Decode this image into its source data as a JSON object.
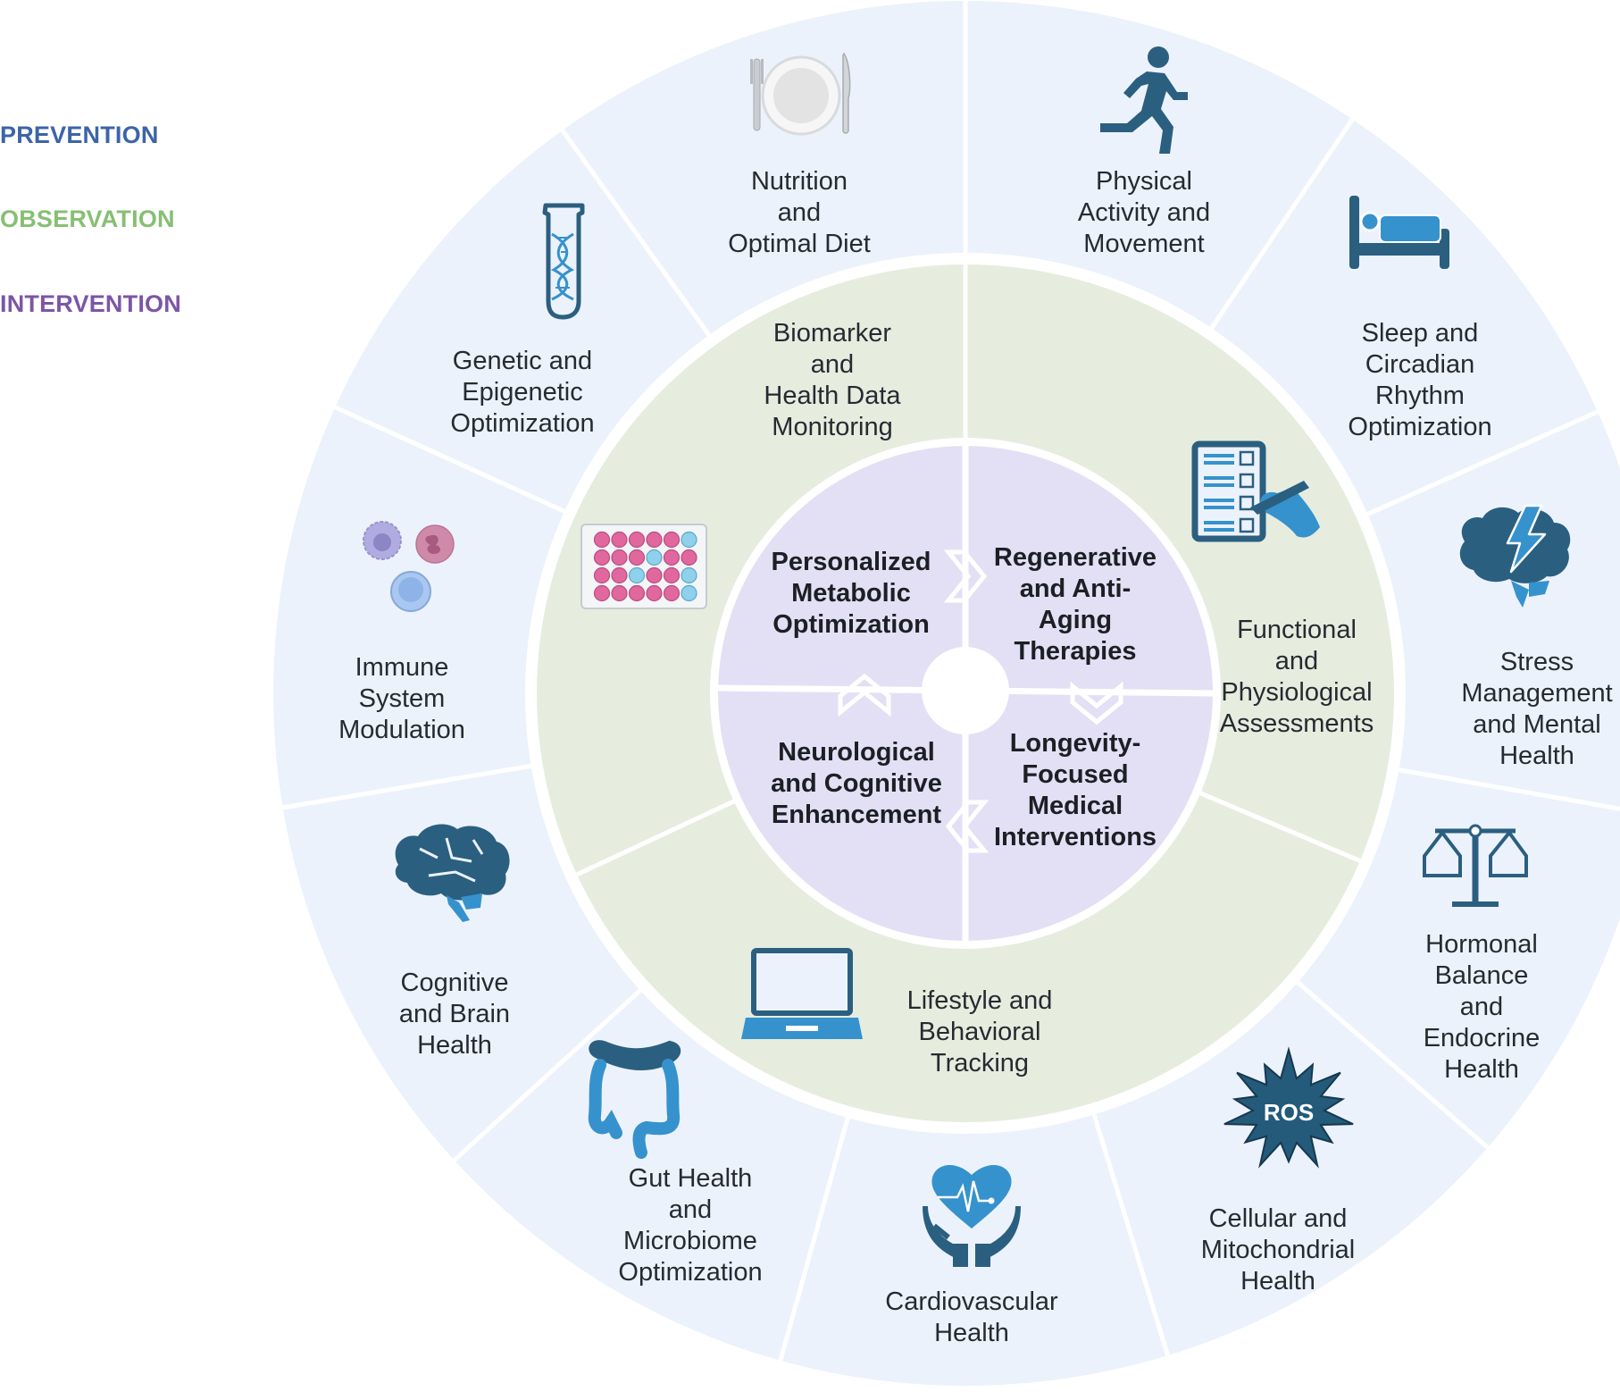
{
  "legend": [
    {
      "label": "PREVENTION",
      "color": "#3d64a8"
    },
    {
      "label": "OBSERVATION",
      "color": "#86bf73"
    },
    {
      "label": "INTERVENTION",
      "color": "#7d55a6"
    }
  ],
  "colors": {
    "outer_ring": "#ecf2fb",
    "middle_ring": "#e6eddf",
    "inner_circle": "#e3e0f5",
    "icon_dark": "#2b5f80",
    "icon_light": "#3592cd",
    "text": "#262b31"
  },
  "outer_ring": {
    "category": "PREVENTION",
    "segments": [
      {
        "id": "physical",
        "label_lines": [
          "Physical",
          "Activity and",
          "Movement"
        ],
        "icon": "running-person-icon"
      },
      {
        "id": "sleep",
        "label_lines": [
          "Sleep and",
          "Circadian",
          "Rhythm",
          "Optimization"
        ],
        "icon": "bed-icon"
      },
      {
        "id": "stress",
        "label_lines": [
          "Stress",
          "Management",
          "and Mental",
          "Health"
        ],
        "icon": "brain-lightning-icon"
      },
      {
        "id": "hormonal",
        "label_lines": [
          "Hormonal",
          "Balance",
          "and",
          "Endocrine",
          "Health"
        ],
        "icon": "balance-scale-icon"
      },
      {
        "id": "cellular",
        "label_lines": [
          "Cellular and",
          "Mitochondrial",
          "Health"
        ],
        "icon": "ros-burst-icon",
        "icon_text": "ROS"
      },
      {
        "id": "cardio",
        "label_lines": [
          "Cardiovascular",
          "Health"
        ],
        "icon": "heart-hands-icon"
      },
      {
        "id": "gut",
        "label_lines": [
          "Gut Health",
          "and",
          "Microbiome",
          "Optimization"
        ],
        "icon": "intestine-icon"
      },
      {
        "id": "cognitive",
        "label_lines": [
          "Cognitive",
          "and Brain",
          "Health"
        ],
        "icon": "brain-icon"
      },
      {
        "id": "immune",
        "label_lines": [
          "Immune",
          "System",
          "Modulation"
        ],
        "icon": "immune-cells-icon"
      },
      {
        "id": "genetic",
        "label_lines": [
          "Genetic and",
          "Epigenetic",
          "Optimization"
        ],
        "icon": "dna-test-tube-icon"
      },
      {
        "id": "nutrition",
        "label_lines": [
          "Nutrition",
          "and",
          "Optimal Diet"
        ],
        "icon": "plate-cutlery-icon"
      }
    ]
  },
  "middle_ring": {
    "category": "OBSERVATION",
    "segments": [
      {
        "id": "biomarker",
        "label_lines": [
          "Biomarker",
          "and",
          "Health Data",
          "Monitoring"
        ],
        "icon": "well-plate-icon",
        "well_plate": [
          [
            "p",
            "p",
            "p",
            "p",
            "p",
            "b"
          ],
          [
            "p",
            "p",
            "p",
            "b",
            "p",
            "p"
          ],
          [
            "p",
            "p",
            "b",
            "p",
            "p",
            "b"
          ],
          [
            "p",
            "p",
            "p",
            "p",
            "p",
            "b"
          ]
        ]
      },
      {
        "id": "functional",
        "label_lines": [
          "Functional",
          "and",
          "Physiological",
          "Assessments"
        ],
        "icon": "checklist-icon"
      },
      {
        "id": "lifestyle",
        "label_lines": [
          "Lifestyle and",
          "Behavioral",
          "Tracking"
        ],
        "icon": "laptop-icon"
      }
    ]
  },
  "inner_circle": {
    "category": "INTERVENTION",
    "quadrants": [
      {
        "id": "metabolic",
        "label_lines": [
          "Personalized",
          "Metabolic",
          "Optimization"
        ]
      },
      {
        "id": "regenerative",
        "label_lines": [
          "Regenerative",
          "and Anti-",
          "Aging",
          "Therapies"
        ]
      },
      {
        "id": "longevity",
        "label_lines": [
          "Longevity-",
          "Focused",
          "Medical",
          "Interventions"
        ]
      },
      {
        "id": "neuro",
        "label_lines": [
          "Neurological",
          "and Cognitive",
          "Enhancement"
        ]
      }
    ],
    "cycle_direction": "clockwise"
  }
}
